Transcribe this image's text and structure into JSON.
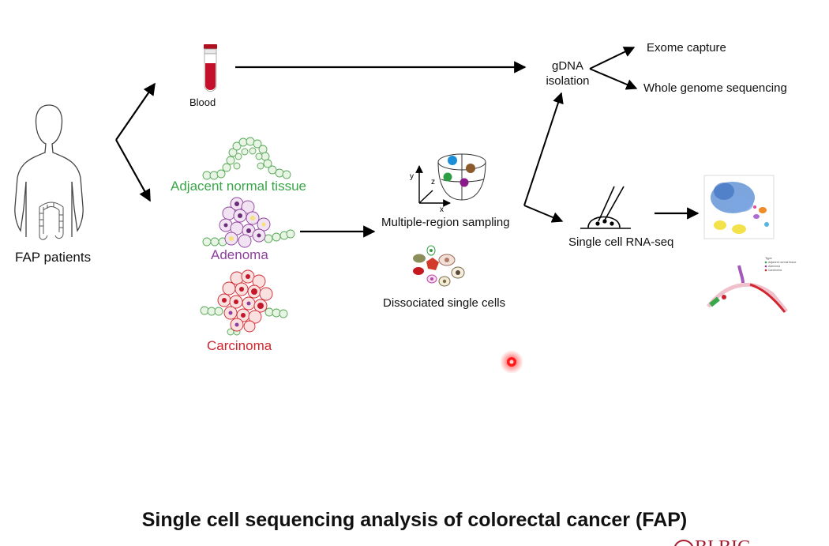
{
  "labels": {
    "blood": "Blood",
    "fap_patients": "FAP patients",
    "adjacent_normal": "Adjacent normal tissue",
    "adenoma": "Adenoma",
    "carcinoma": "Carcinoma",
    "multiple_region": "Multiple-region sampling",
    "dissociated": "Dissociated single cells",
    "gdna": "gDNA isolation",
    "exome": "Exome capture",
    "wgs": "Whole genome sequencing",
    "scrna": "Single cell RNA-seq"
  },
  "title": "Single cell sequencing analysis of colorectal cancer (FAP)",
  "axes": {
    "x": "x",
    "y": "y",
    "z": "z"
  },
  "legend": {
    "title": "Type",
    "items": [
      "Adjacent normal tissue",
      "Adenoma",
      "Carcinoma"
    ]
  },
  "colors": {
    "normal_green": "#3aa64a",
    "adenoma_purple": "#8e3f9e",
    "carcinoma_red": "#d0262e",
    "blood_red": "#c4102a",
    "tsne_blue": "#5b8fd6",
    "tsne_yellow": "#f3e24a",
    "tsne_orange": "#f08a2b"
  },
  "icons": [
    "human-silhouette-icon",
    "blood-tube-icon",
    "tissue-icon",
    "pipette-icon",
    "laser-pointer-icon"
  ],
  "logo_text": "BI   BIG"
}
